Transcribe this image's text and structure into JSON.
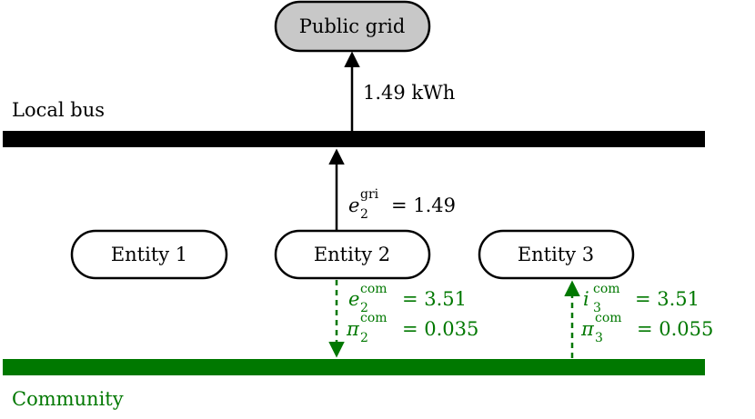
{
  "nodes": {
    "public_grid": "Public grid",
    "entity_1": "Entity 1",
    "entity_2": "Entity 2",
    "entity_3": "Entity 3"
  },
  "buses": {
    "local": "Local bus",
    "community": "Community"
  },
  "flows": {
    "to_grid": "1.49 kWh",
    "e2_gri": {
      "var": "e",
      "sub": "2",
      "sup": "gri",
      "value": "= 1.49"
    },
    "e2_com": {
      "var": "e",
      "sub": "2",
      "sup": "com",
      "value": "= 3.51"
    },
    "pi2_com": {
      "var": "π",
      "sub": "2",
      "sup": "com",
      "value": "= 0.035"
    },
    "i3_com": {
      "var": "i",
      "sub": "3",
      "sup": "com",
      "value": "= 3.51"
    },
    "pi3_com": {
      "var": "π",
      "sub": "3",
      "sup": "com",
      "value": "= 0.055"
    }
  },
  "colors": {
    "community": "#007800",
    "grid_fill": "#c8c8c8",
    "black": "#000000"
  }
}
